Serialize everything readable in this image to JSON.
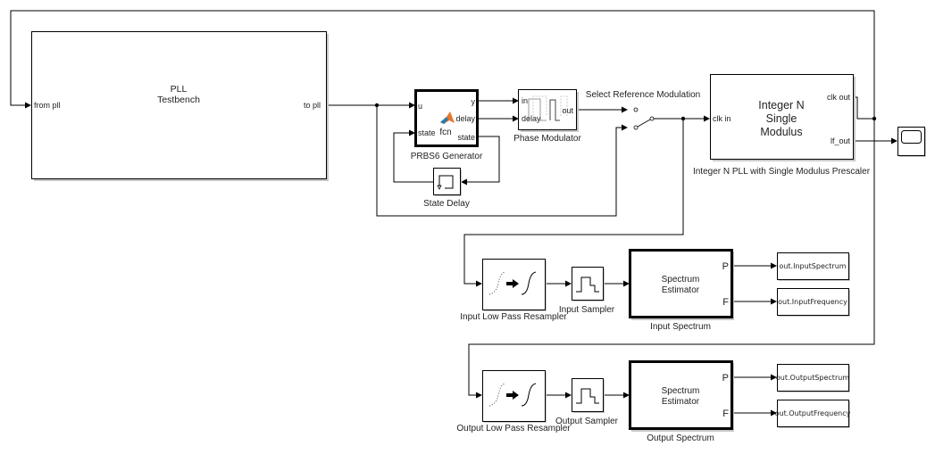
{
  "diagram": {
    "blocks": {
      "testbench": {
        "title_line1": "PLL",
        "title_line2": "Testbench",
        "port_in": "from pll",
        "port_out": "to pll"
      },
      "prbs": {
        "label": "PRBS6 Generator",
        "port_u": "u",
        "port_state_in": "state",
        "port_y": "y",
        "port_delay": "delay",
        "port_state_out": "state",
        "fcn": "fcn"
      },
      "state_delay": {
        "label": "State Delay"
      },
      "phase_mod": {
        "label": "Phase Modulator",
        "port_in": "in",
        "port_delay": "delay",
        "port_out": "out"
      },
      "switch": {
        "label": "Select Reference Modulation"
      },
      "pll": {
        "title_line1": "Integer N",
        "title_line2": "Single",
        "title_line3": "Modulus",
        "label": "Integer N PLL with Single Modulus Prescaler",
        "port_in": "clk in",
        "port_clk_out": "clk out",
        "port_lf_out": "lf_out"
      },
      "scope": {
        "label": ""
      },
      "input_resampler": {
        "label": "Input Low Pass Resampler"
      },
      "input_sampler": {
        "label": "Input Sampler"
      },
      "input_spectrum": {
        "title_line1": "Spectrum",
        "title_line2": "Estimator",
        "label": "Input Spectrum",
        "port_p": "P",
        "port_f": "F"
      },
      "out_input_spectrum": {
        "text": "out.InputSpectrum"
      },
      "out_input_frequency": {
        "text": "out.InputFrequency"
      },
      "output_resampler": {
        "label": "Output Low Pass Resampler"
      },
      "output_sampler": {
        "label": "Output Sampler"
      },
      "output_spectrum": {
        "title_line1": "Spectrum",
        "title_line2": "Estimator",
        "label": "Output Spectrum",
        "port_p": "P",
        "port_f": "F"
      },
      "out_output_spectrum": {
        "text": "out.OutputSpectrum"
      },
      "out_output_frequency": {
        "text": "out.OutputFrequency"
      }
    }
  }
}
